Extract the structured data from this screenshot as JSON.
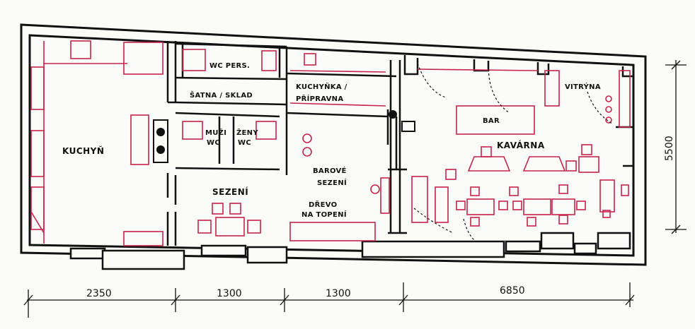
{
  "rooms": {
    "kitchen": "KUCHYŇ",
    "staff_wc": "WC PERS.",
    "cloak_storage": "ŠATNA / SKLAD",
    "kitchenette_1": "KUCHYŇKA /",
    "kitchenette_2": "PŘÍPRAVNA",
    "men_1": "MUŽI",
    "men_2": "WC",
    "women_1": "ŽENY",
    "women_2": "WC",
    "bar_seating_1": "BAROVÉ",
    "bar_seating_2": "SEZENÍ",
    "seating": "SEZENÍ",
    "firewood_1": "DŘEVO",
    "firewood_2": "NA TOPENÍ",
    "bar": "BAR",
    "cafe": "KAVÁRNA",
    "showcase": "VITRÝNA"
  },
  "dimensions": {
    "d1": "2350",
    "d2": "1300",
    "d3": "1300",
    "d4": "6850",
    "height": "5500"
  },
  "colors": {
    "wall": "#111111",
    "furniture": "#c8234b"
  }
}
